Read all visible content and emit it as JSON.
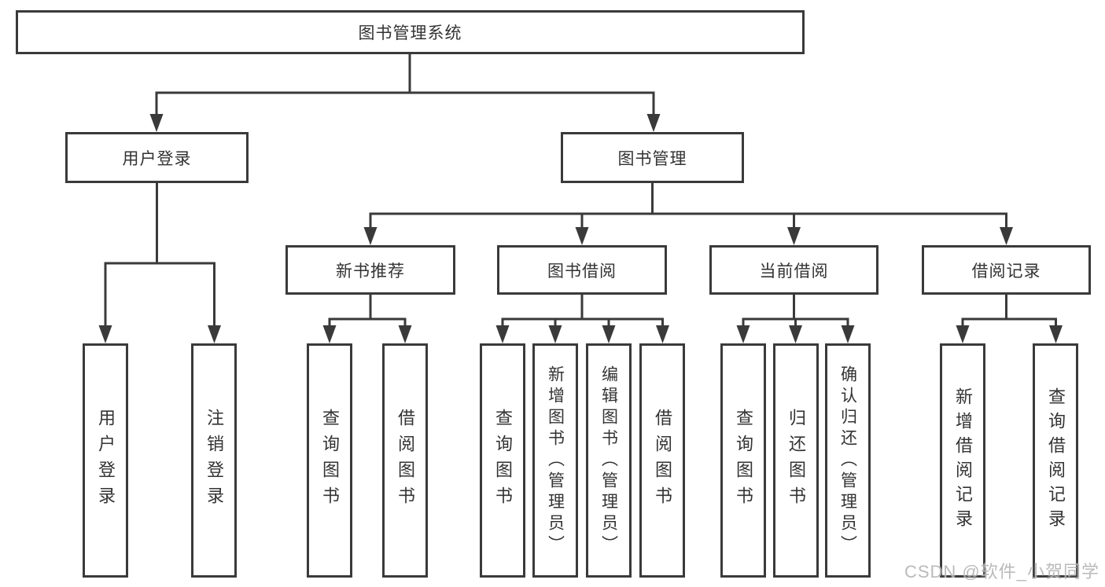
{
  "title": "图书管理系统",
  "tree": {
    "root": {
      "label": "图书管理系统"
    },
    "branches": [
      {
        "label": "用户登录",
        "children": [
          {
            "label": "用户登录"
          },
          {
            "label": "注销登录"
          }
        ]
      },
      {
        "label": "图书管理",
        "children": [
          {
            "label": "新书推荐",
            "children": [
              {
                "label": "查询图书"
              },
              {
                "label": "借阅图书"
              }
            ]
          },
          {
            "label": "图书借阅",
            "children": [
              {
                "label": "查询图书"
              },
              {
                "label": "新增图书（管理员）"
              },
              {
                "label": "编辑图书（管理员）"
              },
              {
                "label": "借阅图书"
              }
            ]
          },
          {
            "label": "当前借阅",
            "children": [
              {
                "label": "查询图书"
              },
              {
                "label": "归还图书"
              },
              {
                "label": "确认归还（管理员）"
              }
            ]
          },
          {
            "label": "借阅记录",
            "children": [
              {
                "label": "新增借阅记录"
              },
              {
                "label": "查询借阅记录"
              }
            ]
          }
        ]
      }
    ]
  },
  "watermark": "CSDN @软件_小贺同学",
  "colors": {
    "line": "#3a3a3a",
    "text": "#333333",
    "watermark": "#b5b5b5",
    "background": "#ffffff"
  }
}
